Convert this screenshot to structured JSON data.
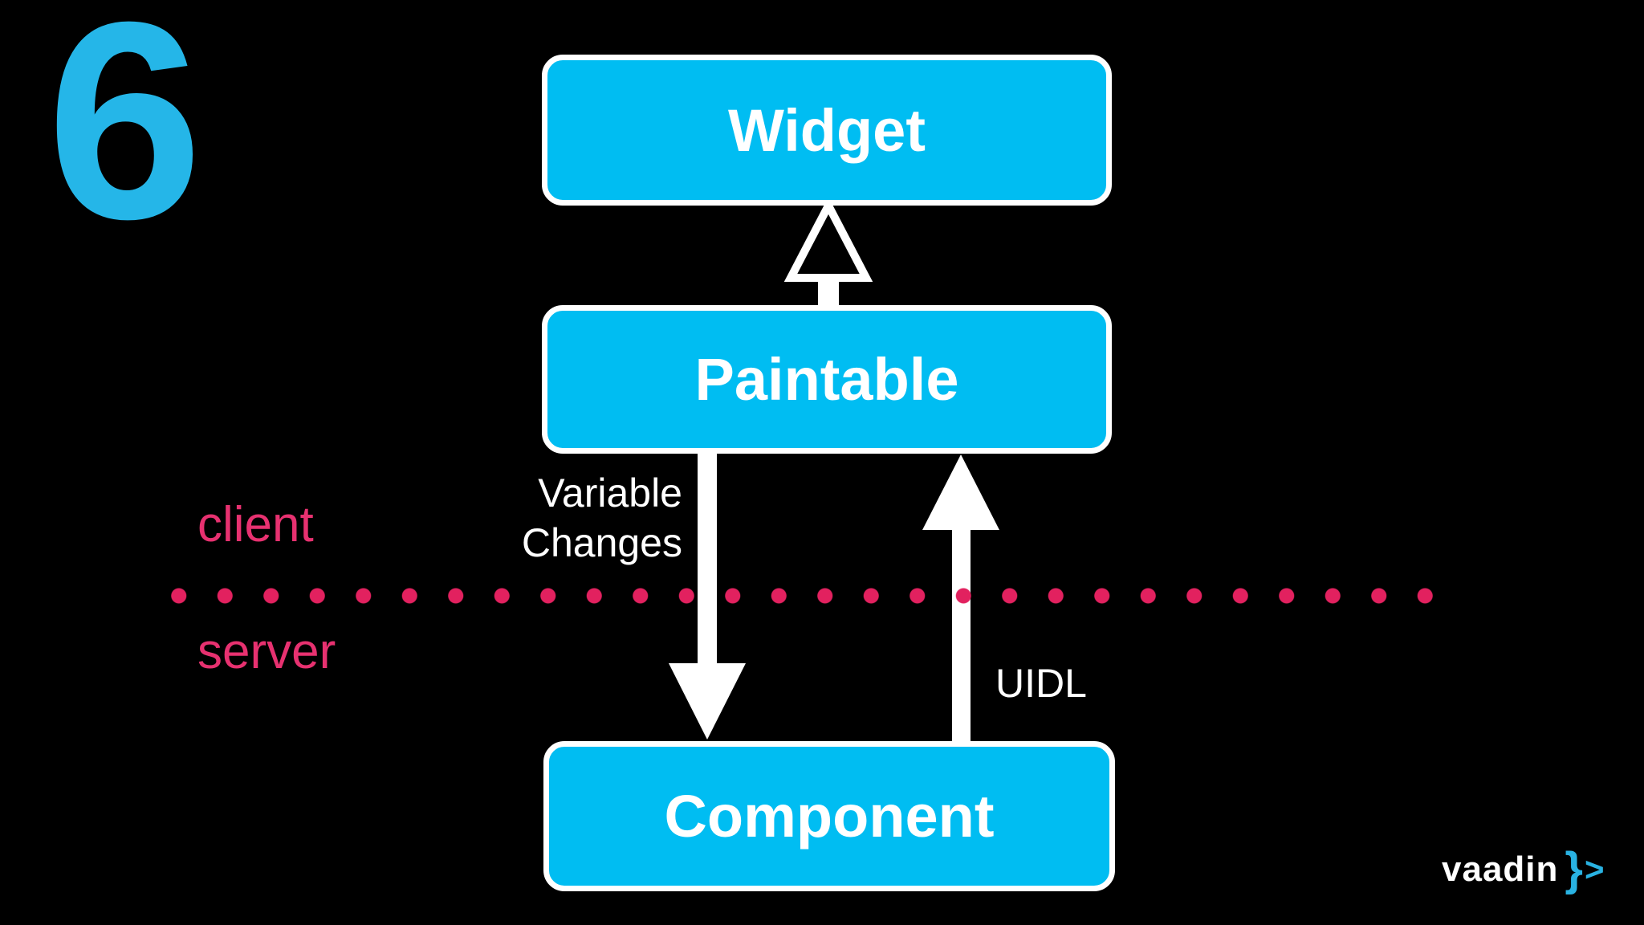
{
  "slide": {
    "number": "6",
    "background_color": "#000000",
    "accent_cyan": "#00bdf2",
    "number_cyan": "#25b6e8",
    "pink_text": "#e73170",
    "pink_dots": "#e2215f"
  },
  "diagram": {
    "nodes": [
      {
        "id": "widget",
        "label": "Widget"
      },
      {
        "id": "paintable",
        "label": "Paintable"
      },
      {
        "id": "component",
        "label": "Component"
      }
    ],
    "edges": [
      {
        "from": "Paintable",
        "to": "Widget",
        "type": "inheritance",
        "label": ""
      },
      {
        "from": "Paintable",
        "to": "Component",
        "type": "arrow-down",
        "label": "Variable Changes"
      },
      {
        "from": "Component",
        "to": "Paintable",
        "type": "arrow-up",
        "label": "UIDL"
      }
    ],
    "labels": {
      "variable_changes_line1": "Variable",
      "variable_changes_line2": "Changes",
      "uidl": "UIDL"
    },
    "layers": {
      "client": "client",
      "server": "server"
    }
  },
  "footer": {
    "logo_text": "vaadin",
    "logo_brace": "}",
    "logo_arrow": ">"
  }
}
